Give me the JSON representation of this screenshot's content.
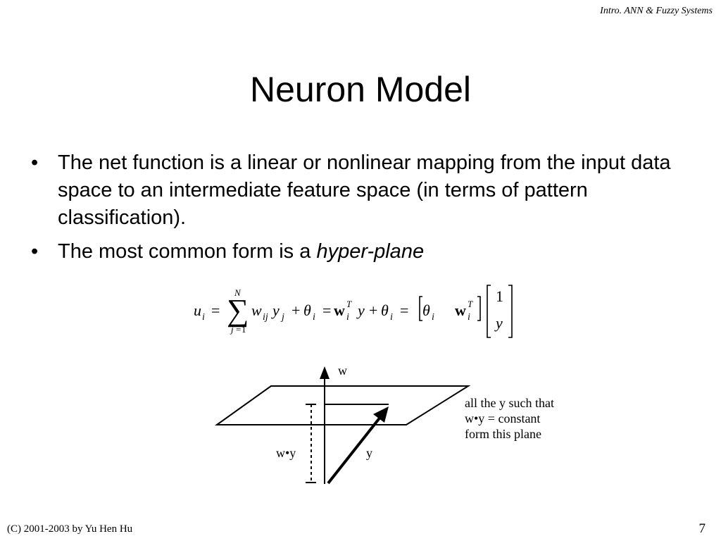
{
  "header": {
    "course": "Intro. ANN & Fuzzy Systems"
  },
  "title": "Neuron Model",
  "bullets": [
    {
      "text": "The net function is a linear or nonlinear mapping from the input data space to an intermediate feature space (in terms of pattern classification)."
    },
    {
      "text": "The most common form is a ",
      "emphasis": "hyper-plane"
    }
  ],
  "equation": {
    "u": "u",
    "i": "i",
    "eq": "=",
    "sum_upper": "N",
    "sum_lower_j": "j",
    "sum_lower_eq": "=",
    "sum_lower_one": "1",
    "w": "w",
    "ij": "ij",
    "y": "y",
    "j": "j",
    "plus": "+",
    "theta": "θ",
    "bold_w": "w",
    "T": "T",
    "one": "1"
  },
  "diagram": {
    "w_label": "w",
    "wy_label": "w•y",
    "y_label": "y",
    "note_line1": "all the y such that",
    "note_line2": "w•y = constant",
    "note_line3": "form this plane"
  },
  "footer": {
    "copyright": "(C) 2001-2003 by Yu Hen Hu",
    "page_number": "7"
  }
}
